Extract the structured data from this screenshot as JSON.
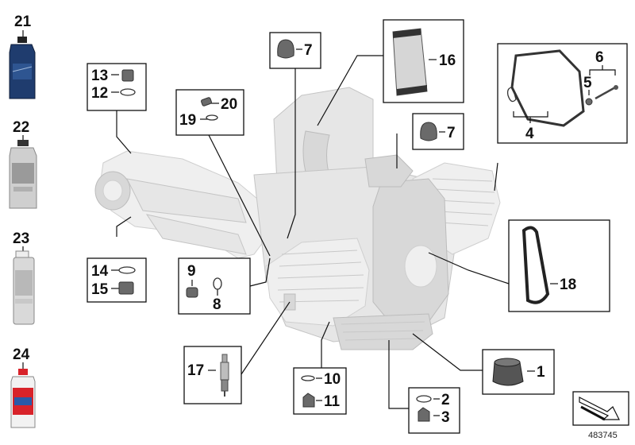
{
  "labels": {
    "p1": "1",
    "p2": "2",
    "p3": "3",
    "p4": "4",
    "p5": "5",
    "p6": "6",
    "p7a": "7",
    "p7b": "7",
    "p8": "8",
    "p9": "9",
    "p10": "10",
    "p11": "11",
    "p12": "12",
    "p13": "13",
    "p14": "14",
    "p15": "15",
    "p16": "16",
    "p17": "17",
    "p18": "18",
    "p19": "19",
    "p20": "20",
    "p21": "21",
    "p22": "22",
    "p23": "23",
    "p24": "24"
  },
  "diagram_id": "483745",
  "colors": {
    "engine": "#e6e6e6",
    "lines": "#111111",
    "part_dark": "#444444",
    "oil_blue": "#1f3c6e",
    "additive_red": "#d8232a"
  }
}
